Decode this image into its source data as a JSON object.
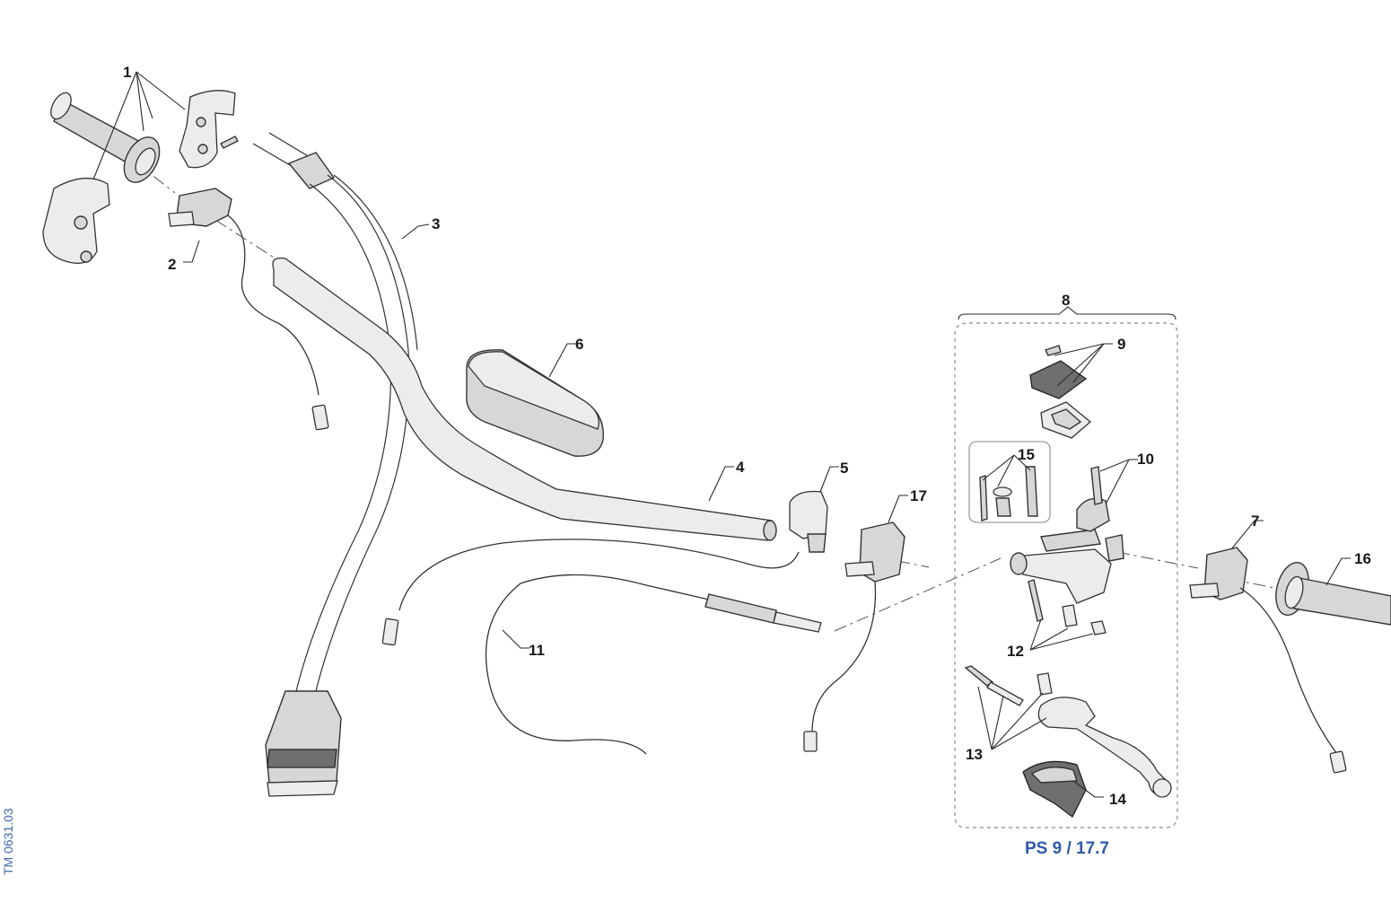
{
  "labels": {
    "c1": "1",
    "c2": "2",
    "c3": "3",
    "c4": "4",
    "c5": "5",
    "c6": "6",
    "c7": "7",
    "c8": "8",
    "c9": "9",
    "c10": "10",
    "c11": "11",
    "c12": "12",
    "c13": "13",
    "c14": "14",
    "c15": "15",
    "c16": "16",
    "c17": "17"
  },
  "reference": "PS 9 / 17.7",
  "drawing_code": "TM 0631.03",
  "colors": {
    "reference": "#2f5aa8",
    "code": "#3f66ad"
  }
}
